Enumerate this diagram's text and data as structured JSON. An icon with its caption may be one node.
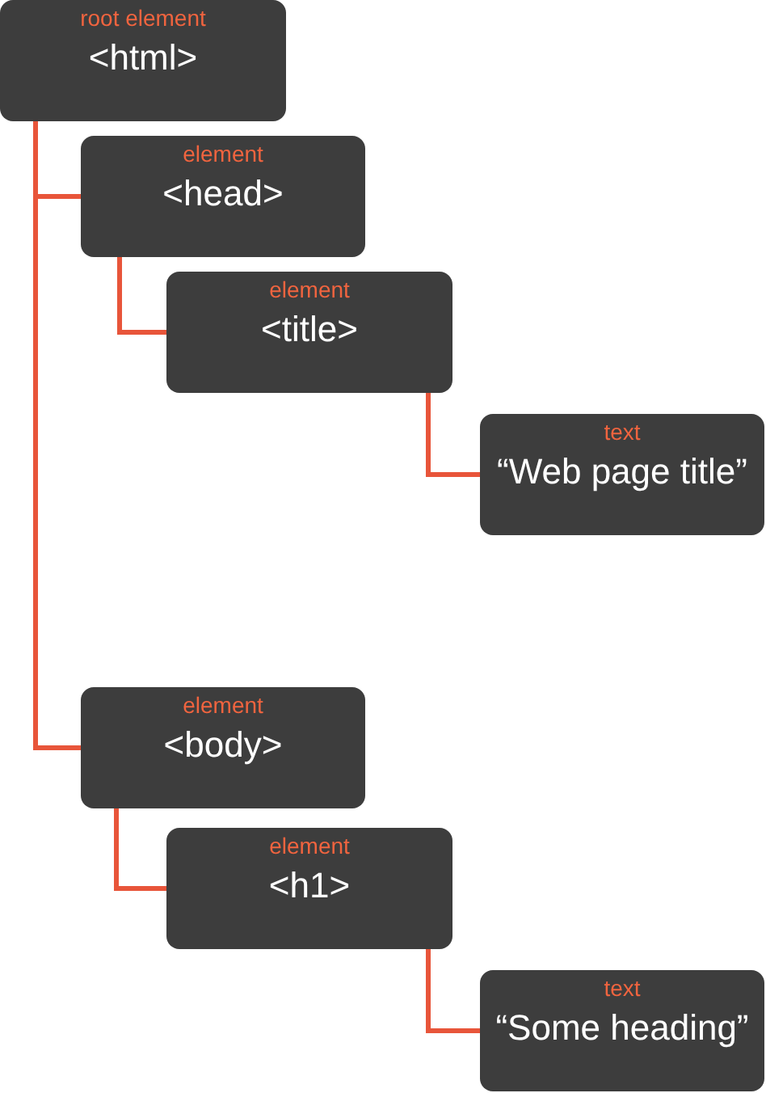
{
  "diagram": {
    "nodes": [
      {
        "text": [
          "root element",
          "<html>"
        ]
      },
      {
        "text": [
          "element",
          "<head>"
        ]
      },
      {
        "text": [
          "element",
          "<title>"
        ]
      },
      {
        "text": [
          "text",
          "“Web page title”"
        ]
      },
      {
        "text": [
          "element",
          "<body>"
        ]
      },
      {
        "text": [
          "element",
          "<h1>"
        ]
      },
      {
        "text": [
          "text",
          "“Some heading”"
        ]
      }
    ],
    "edges": [
      {
        "from": 0,
        "to": 1,
        "arrow": "none"
      },
      {
        "from": 0,
        "to": 4,
        "arrow": "none"
      },
      {
        "from": 1,
        "to": 2,
        "arrow": "none"
      },
      {
        "from": 2,
        "to": 3,
        "arrow": "none"
      },
      {
        "from": 4,
        "to": 5,
        "arrow": "none"
      },
      {
        "from": 5,
        "to": 6,
        "arrow": "none"
      }
    ]
  }
}
